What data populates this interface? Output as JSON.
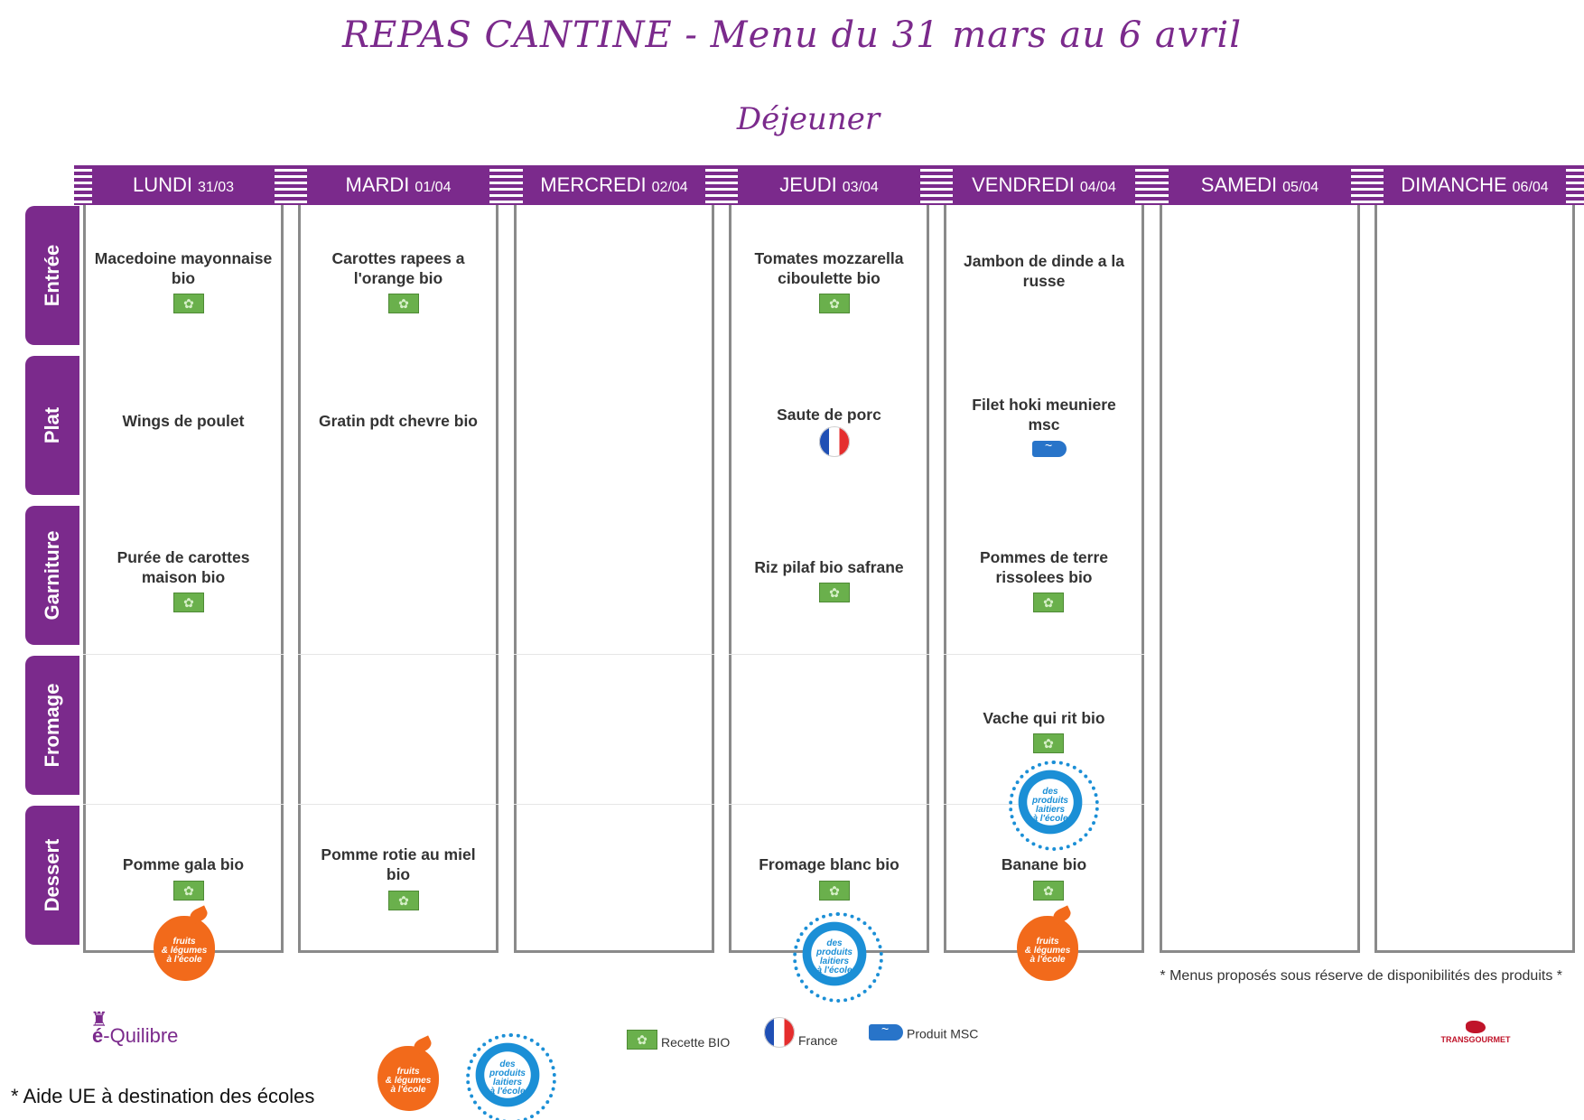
{
  "header": {
    "title": "REPAS CANTINE - Menu du 31 mars au 6 avril",
    "subtitle": "Déjeuner"
  },
  "days": [
    {
      "name": "LUNDI",
      "date": "31/03"
    },
    {
      "name": "MARDI",
      "date": "01/04"
    },
    {
      "name": "MERCREDI",
      "date": "02/04"
    },
    {
      "name": "JEUDI",
      "date": "03/04"
    },
    {
      "name": "VENDREDI",
      "date": "04/04"
    },
    {
      "name": "SAMEDI",
      "date": "05/04"
    },
    {
      "name": "DIMANCHE",
      "date": "06/04"
    }
  ],
  "rows": [
    "Entrée",
    "Plat",
    "Garniture",
    "Fromage",
    "Dessert"
  ],
  "dishes": {
    "lundi": {
      "entree": "Macedoine mayonnaise bio",
      "plat": "Wings de poulet",
      "garniture": "Purée de carottes maison bio",
      "dessert": "Pomme gala bio"
    },
    "mardi": {
      "entree": "Carottes rapees a l'orange bio",
      "plat": "Gratin pdt chevre bio",
      "dessert": "Pomme rotie au miel bio"
    },
    "jeudi": {
      "entree": "Tomates mozzarella ciboulette bio",
      "plat": "Saute de porc",
      "garniture": "Riz pilaf bio safrane",
      "dessert": "Fromage blanc bio"
    },
    "vendredi": {
      "entree": "Jambon de dinde a la russe",
      "plat": "Filet hoki meuniere msc",
      "garniture": "Pommes de terre rissolees bio",
      "fromage": "Vache qui rit bio",
      "dessert": "Banane bio"
    }
  },
  "logos": {
    "fle_line1": "fruits",
    "fle_line2": "& légumes",
    "fle_line3": "à l'école",
    "dpl_line1": "des",
    "dpl_line2": "produits",
    "dpl_line3": "laitiers",
    "dpl_line4": "à l'école"
  },
  "disclaimer": "* Menus proposés sous réserve de disponibilités des produits *",
  "legend": {
    "bio": "Recette BIO",
    "france": "France",
    "msc": "Produit MSC"
  },
  "brands": {
    "left_e": "é",
    "left_rest": "-Quilibre",
    "right": "TRANSGOURMET"
  },
  "footnote": "* Aide UE à destination des écoles",
  "colors": {
    "accent": "#7b2a8c",
    "bio_green": "#6ab04c",
    "fle_orange": "#f26a1b",
    "dpl_blue": "#1b8fd6"
  }
}
